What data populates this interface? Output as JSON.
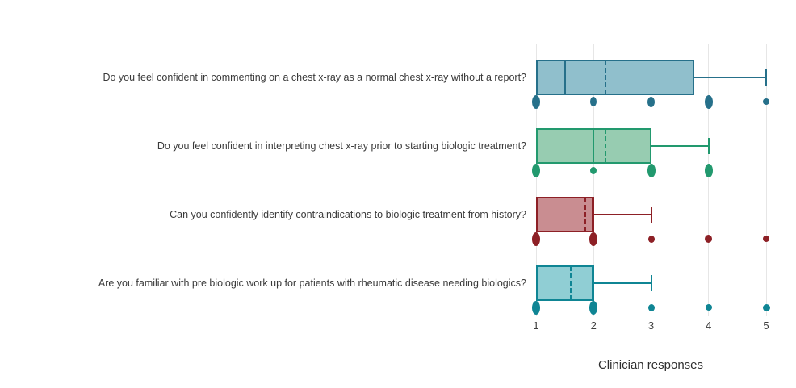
{
  "chart_data": {
    "type": "boxplot",
    "orientation": "horizontal",
    "xlabel": "Clinician responses",
    "x_ticks": [
      "1",
      "2",
      "3",
      "4",
      "5"
    ],
    "x_range": [
      1,
      5
    ],
    "grid": true,
    "rows": [
      {
        "label": "Do you feel confident in commenting on a chest x-ray as a normal chest x-ray without a report?",
        "q1": 1,
        "median": 1.5,
        "q3": 3.75,
        "mean": 2.2,
        "whisker_low": 1,
        "whisker_high": 5,
        "points": [
          [
            1,
            10,
            17
          ],
          [
            2,
            8,
            12
          ],
          [
            3,
            9,
            13
          ],
          [
            4,
            10,
            17
          ],
          [
            5,
            8,
            8
          ]
        ],
        "border_color": "#26708a",
        "fill_color": "#90bfcc"
      },
      {
        "label": "Do you feel confident in interpreting chest x-ray prior to starting biologic treatment?",
        "q1": 1,
        "median": 2,
        "q3": 3,
        "mean": 2.2,
        "whisker_low": 1,
        "whisker_high": 4,
        "points": [
          [
            1,
            10,
            17
          ],
          [
            2,
            8,
            9
          ],
          [
            3,
            10,
            17
          ],
          [
            4,
            10,
            17
          ]
        ],
        "border_color": "#22996e",
        "fill_color": "#97ccb1"
      },
      {
        "label": "Can you confidently identify contraindications to biologic treatment from history?",
        "q1": 1,
        "median": 2,
        "q3": 2,
        "mean": 1.85,
        "whisker_low": 1,
        "whisker_high": 3,
        "points": [
          [
            1,
            10,
            17
          ],
          [
            2,
            10,
            17
          ],
          [
            3,
            8,
            9
          ],
          [
            4,
            9,
            10
          ],
          [
            5,
            8,
            8
          ]
        ],
        "border_color": "#8d2026",
        "fill_color": "#c98d91"
      },
      {
        "label": "Are you familiar with pre biologic work up for patients with rheumatic disease needing biologics?",
        "q1": 1,
        "median": 2,
        "q3": 2,
        "mean": 1.6,
        "whisker_low": 1,
        "whisker_high": 3,
        "points": [
          [
            1,
            10,
            17
          ],
          [
            2,
            10,
            17
          ],
          [
            3,
            8,
            9
          ],
          [
            4,
            8,
            8
          ],
          [
            5,
            9,
            9
          ]
        ],
        "border_color": "#0f8594",
        "fill_color": "#90ced4"
      }
    ]
  }
}
